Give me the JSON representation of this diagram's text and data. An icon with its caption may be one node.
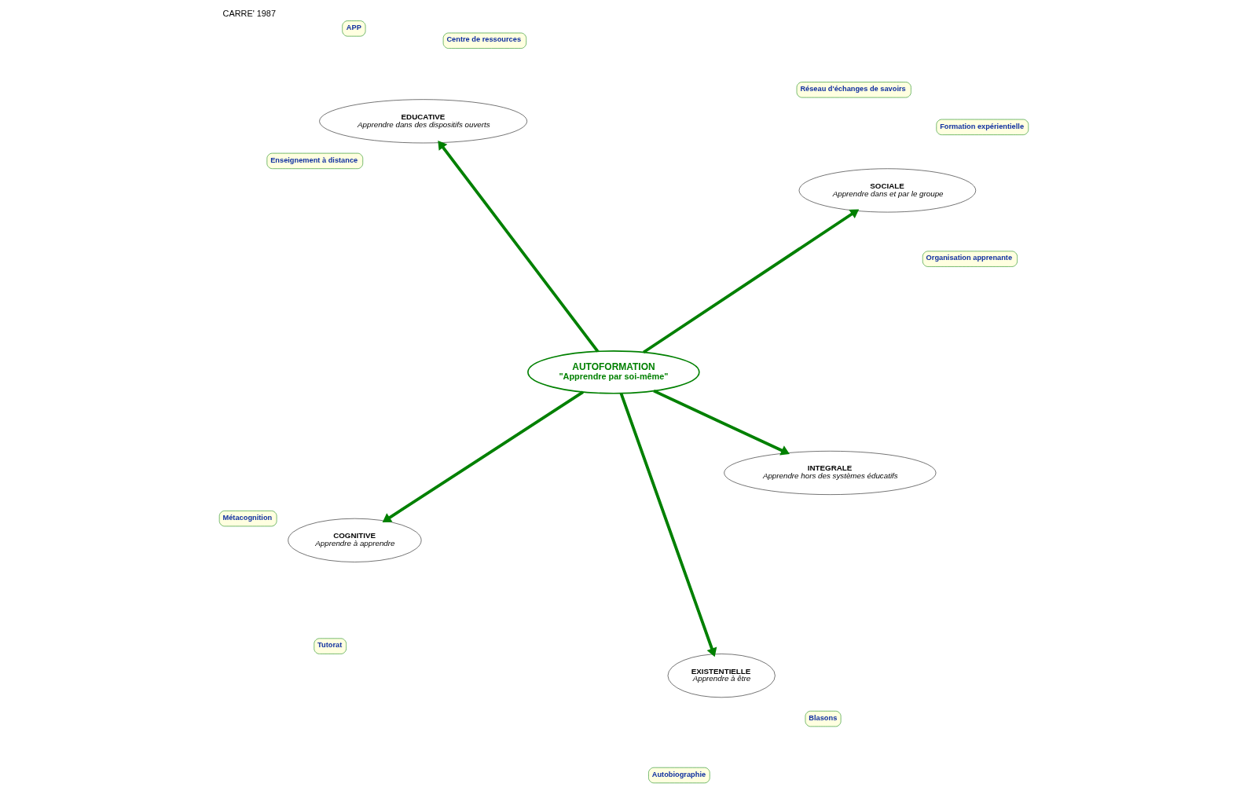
{
  "diagram": {
    "title": "CARRE' 1987",
    "nodes": [
      {
        "text": [
          "AUTOFORMATION",
          "\"Apprendre par soi-même\""
        ]
      },
      {
        "text": [
          "INTEGRALE",
          "Apprendre hors des systèmes éducatifs"
        ]
      },
      {
        "text": [
          "EDUCATIVE",
          "Apprendre dans des dispositifs ouverts"
        ]
      },
      {
        "text": [
          "APP"
        ]
      },
      {
        "text": [
          "Centre de ressources"
        ]
      },
      {
        "text": [
          "Enseignement à distance"
        ]
      },
      {
        "text": [
          "EXISTENTIELLE",
          "Apprendre à être"
        ]
      },
      {
        "text": [
          "Autobiographie"
        ]
      },
      {
        "text": [
          "Blasons"
        ]
      },
      {
        "text": [
          "COGNITIVE",
          "Apprendre à apprendre"
        ]
      },
      {
        "text": [
          "Tutorat"
        ]
      },
      {
        "text": [
          "Métacognition"
        ]
      },
      {
        "text": [
          "SOCIALE",
          "Apprendre dans et par le groupe"
        ]
      },
      {
        "text": [
          "Formation expérientielle"
        ]
      },
      {
        "text": [
          "Réseau d'échanges de savoirs"
        ]
      },
      {
        "text": [
          "Organisation apprenante"
        ]
      }
    ],
    "edges": [
      {
        "from": 0,
        "to": 1,
        "arrow": "to"
      },
      {
        "from": 0,
        "to": 2,
        "arrow": "to"
      },
      {
        "from": 0,
        "to": 6,
        "arrow": "to"
      },
      {
        "from": 0,
        "to": 9,
        "arrow": "to"
      },
      {
        "from": 0,
        "to": 12,
        "arrow": "to"
      }
    ]
  }
}
